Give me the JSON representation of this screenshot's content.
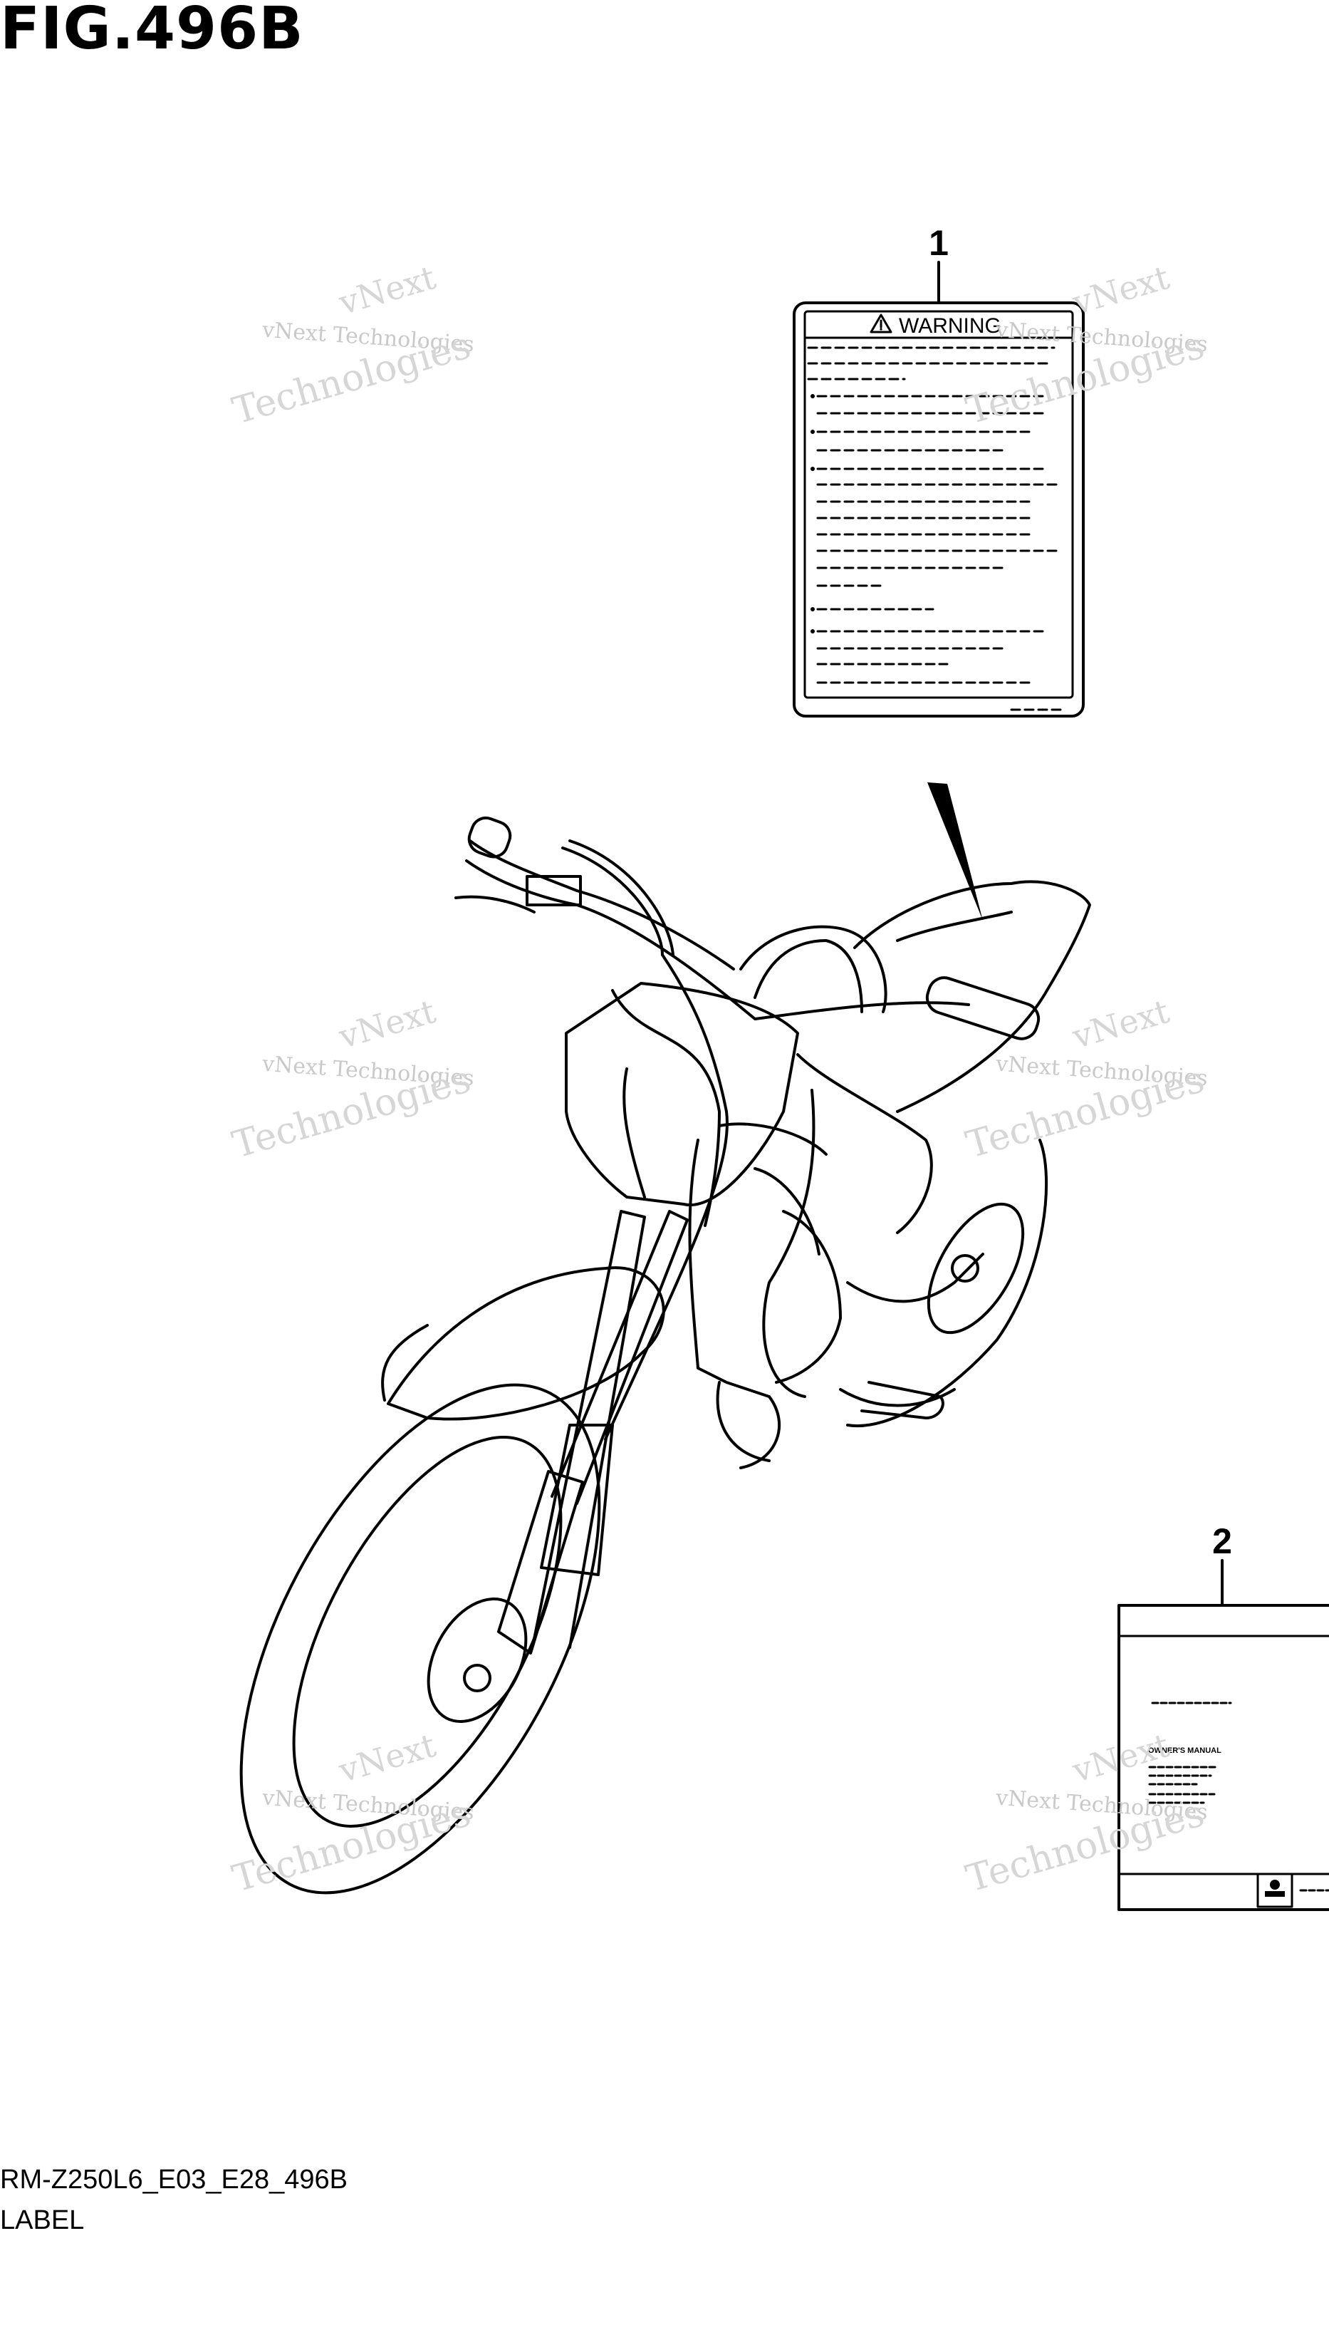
{
  "figure": {
    "title": "FIG.496B",
    "code": "RM-Z250L6_E03_E28_496B",
    "name": "LABEL"
  },
  "parts": [
    {
      "callout": "1",
      "label_heading": "WARNING"
    },
    {
      "callout": "2",
      "label_heading": "OWNER'S MANUAL"
    }
  ],
  "watermark": {
    "line_small": "vNext Technologies",
    "line_big": "Technologies",
    "line_top": "vNext"
  },
  "icons": [
    "warning-triangle-icon",
    "book-icon"
  ]
}
